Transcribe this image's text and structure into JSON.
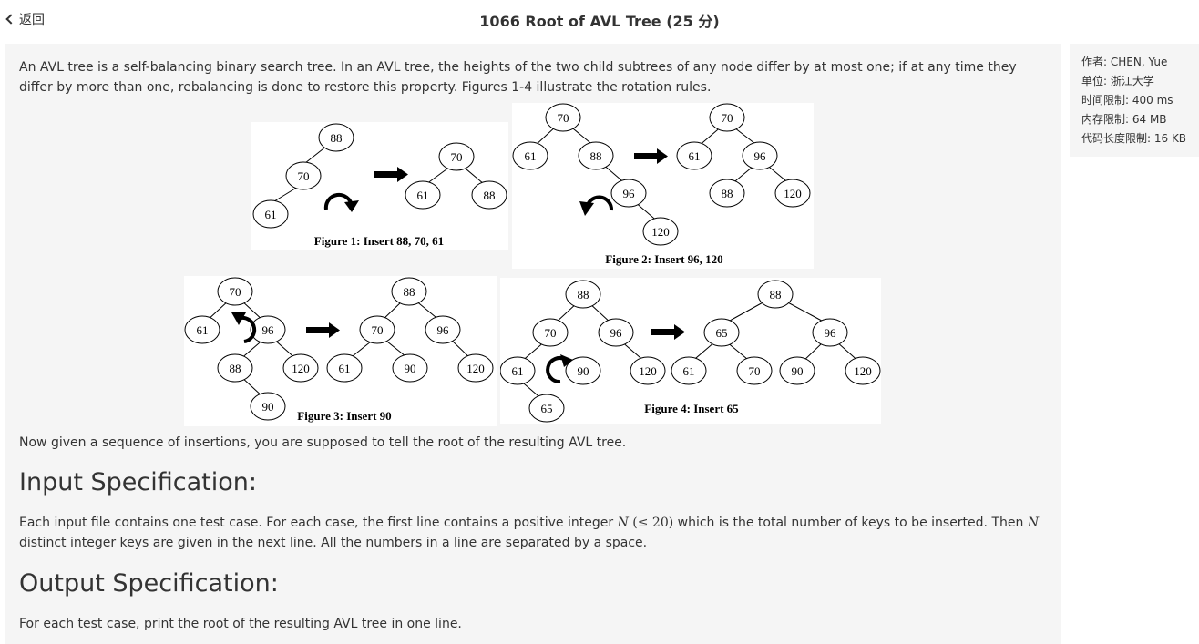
{
  "nav": {
    "back_label": "返回"
  },
  "problem": {
    "title": "1066 Root of AVL Tree (25 分)"
  },
  "sidebar": {
    "author": "作者: CHEN, Yue",
    "org": "单位: 浙江大学",
    "time_limit": "时间限制: 400 ms",
    "memory_limit": "内存限制: 64 MB",
    "code_limit": "代码长度限制: 16 KB"
  },
  "body": {
    "intro": "An AVL tree is a self-balancing binary search tree. In an AVL tree, the heights of the two child subtrees of any node differ by at most one; if at any time they differ by more than one, rebalancing is done to restore this property. Figures 1-4 illustrate the rotation rules.",
    "question": "Now given a sequence of insertions, you are supposed to tell the root of the resulting AVL tree.",
    "input_heading": "Input Specification:",
    "input_text_a": "Each input file contains one test case. For each case, the first line contains a positive integer ",
    "input_math_n": "N",
    "input_math_cond": " (≤ 20)",
    "input_text_b": " which is the total number of keys to be inserted. Then ",
    "input_math_n2": "N",
    "input_text_c": " distinct integer keys are given in the next line. All the numbers in a line are separated by a space.",
    "output_heading": "Output Specification:",
    "output_text": "For each test case, print the root of the resulting AVL tree in one line."
  },
  "figures": {
    "fig1_caption": "Figure 1: Insert 88, 70, 61",
    "fig2_caption": "Figure 2: Insert 96, 120",
    "fig3_caption": "Figure 3: Insert 90",
    "fig4_caption": "Figure 4: Insert 65"
  }
}
